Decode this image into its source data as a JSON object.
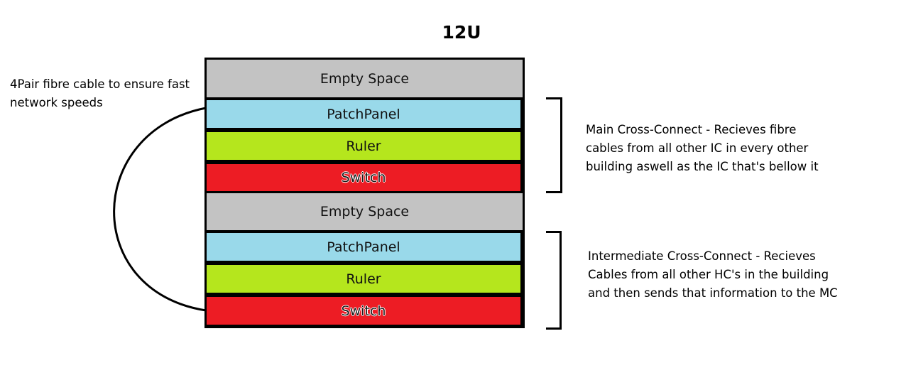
{
  "title": "12U",
  "colors": {
    "empty": "#c3c3c3",
    "patch_panel": "#99d9ea",
    "ruler": "#b5e61d",
    "switch": "#ed1c24",
    "outline": "#000000"
  },
  "rack": {
    "units": [
      {
        "label": "Empty Space",
        "kind": "empty"
      },
      {
        "label": "PatchPanel",
        "kind": "patch_panel"
      },
      {
        "label": "Ruler",
        "kind": "ruler"
      },
      {
        "label": "Switch",
        "kind": "switch"
      },
      {
        "label": "Empty Space",
        "kind": "empty"
      },
      {
        "label": "PatchPanel",
        "kind": "patch_panel"
      },
      {
        "label": "Ruler",
        "kind": "ruler"
      },
      {
        "label": "Switch",
        "kind": "switch"
      }
    ]
  },
  "cable_note": {
    "line1": "4Pair fibre cable to ensure fast",
    "line2": "network speeds"
  },
  "main_cross_connect": {
    "line1": "Main Cross-Connect - Recieves fibre",
    "line2": "cables from all other IC in every other",
    "line3": "building aswell as the IC that's bellow it"
  },
  "intermediate_cross_connect": {
    "line1": "Intermediate Cross-Connect - Recieves",
    "line2": "Cables from all other HC's in the building",
    "line3": "and then sends that information to the MC"
  }
}
